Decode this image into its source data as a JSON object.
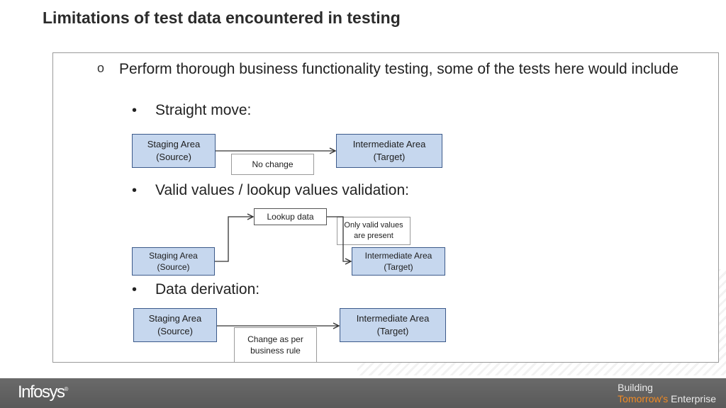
{
  "title": "Limitations of test data encountered in testing",
  "intro": "Perform thorough business functionality testing, some of the tests here would include",
  "intro_bullet": "o",
  "sub_bullet": "•",
  "sections": [
    {
      "label": "Straight move:",
      "source": "Staging Area\n(Source)",
      "target": "Intermediate Area\n(Target)",
      "note": "No change"
    },
    {
      "label": "Valid values / lookup values validation:",
      "lookup": "Lookup data",
      "note": "Only valid values\nare present",
      "source": "Staging Area\n(Source)",
      "target": "Intermediate Area\n(Target)"
    },
    {
      "label": "Data derivation:",
      "source": "Staging Area\n(Source)",
      "target": "Intermediate Area\n(Target)",
      "note": "Change as per\nbusiness rule"
    }
  ],
  "footer": {
    "logo": "Infosys",
    "logo_mark": "®",
    "tagline_line1": "Building",
    "tagline_accent": "Tomorrow's",
    "tagline_rest": " Enterprise"
  },
  "colors": {
    "box_fill": "#c6d7ee",
    "box_border": "#3c5a8a",
    "footer_bg": "#5f5f5f",
    "accent": "#f08a24"
  }
}
